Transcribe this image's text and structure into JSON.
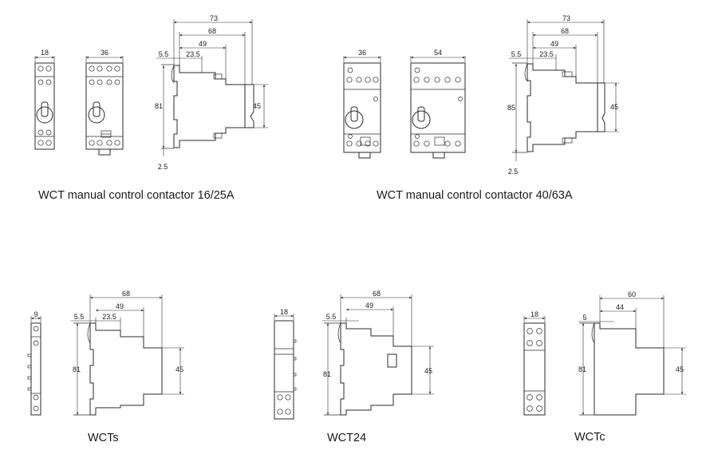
{
  "captions": {
    "c1": "WCT manual control contactor 16/25A",
    "c2": "WCT manual control contactor 40/63A",
    "c3": "WCTs",
    "c4": "WCT24",
    "c5": "WCTc"
  },
  "dims": {
    "d1": {
      "w1": "18",
      "w2": "36",
      "a": "73",
      "b": "68",
      "c": "49",
      "d": "5.5",
      "e": "23.5",
      "h": "81",
      "k": "45",
      "t": "2.5"
    },
    "d2": {
      "w1": "36",
      "w2": "54",
      "a": "73",
      "b": "68",
      "c": "49",
      "d": "5.5",
      "e": "23.5",
      "h": "85",
      "k": "45",
      "t": "2.5"
    },
    "d3": {
      "w1": "9",
      "b": "68",
      "c": "49",
      "d": "5.5",
      "e": "23.5",
      "h": "81",
      "k": "45"
    },
    "d4": {
      "w1": "18",
      "b": "68",
      "c": "49",
      "d": "5.5",
      "h": "81",
      "k": "45"
    },
    "d5": {
      "w1": "18",
      "b": "60",
      "c": "44",
      "d": "5",
      "h": "81",
      "k": "45"
    }
  }
}
